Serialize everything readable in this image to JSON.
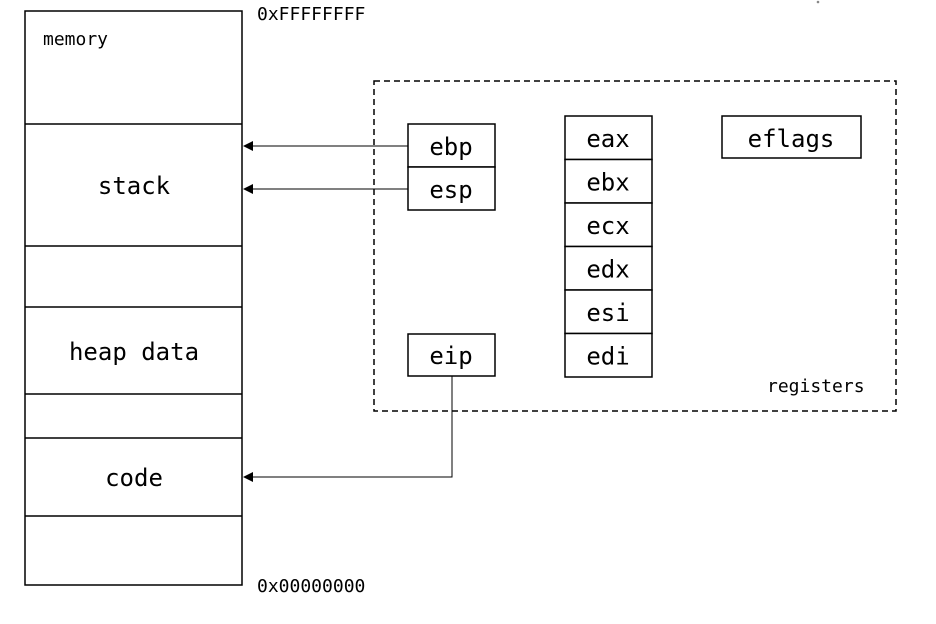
{
  "memory": {
    "label": "memory",
    "top_address": "0xFFFFFFFF",
    "bottom_address": "0x00000000",
    "segments": {
      "stack": "stack",
      "heap": "heap data",
      "code": "code"
    }
  },
  "registers": {
    "label": "registers",
    "ebp": "ebp",
    "esp": "esp",
    "eip": "eip",
    "general": [
      "eax",
      "ebx",
      "ecx",
      "edx",
      "esi",
      "edi"
    ],
    "eflags": "eflags"
  }
}
